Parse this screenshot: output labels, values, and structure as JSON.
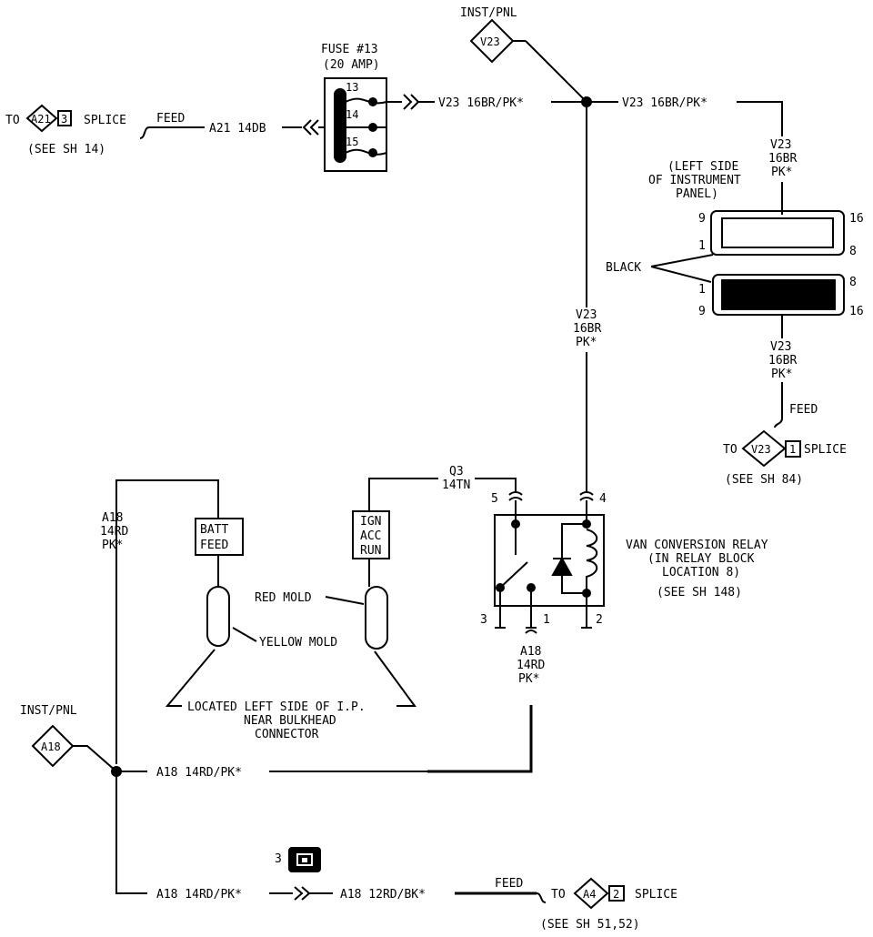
{
  "fuse": {
    "title": "FUSE #13",
    "rating": "(20 AMP)",
    "pin13": "13",
    "pin14": "14",
    "pin15": "15"
  },
  "left_ref": {
    "to": "TO",
    "connector": "A21",
    "pin": "3",
    "splice": "SPLICE",
    "see": "(SEE SH 14)",
    "feed": "FEED",
    "wire": "A21 14DB"
  },
  "top": {
    "inst_pnl": "INST/PNL",
    "conn": "V23",
    "wire_a": "V23 16BR/PK*",
    "wire_b": "V23 16BR/PK*",
    "v_wire_l1": "V23",
    "v_wire_l2": "16BR",
    "v_wire_l3": "PK*"
  },
  "ip_connector": {
    "label_l1": "(LEFT SIDE",
    "label_l2": "OF INSTRUMENT",
    "label_l3": "PANEL)",
    "black": "BLACK",
    "p9a": "9",
    "p16a": "16",
    "p1a": "1",
    "p8a": "8",
    "p1b": "1",
    "p8b": "8",
    "p9b": "9",
    "p16b": "16"
  },
  "right_wire": {
    "l1": "V23",
    "l2": "16BR",
    "l3": "PK*",
    "l4": "V23",
    "l5": "16BR",
    "l6": "PK*",
    "feed": "FEED",
    "to": "TO",
    "conn": "V23",
    "pin": "1",
    "splice": "SPLICE",
    "see": "(SEE SH 84)"
  },
  "center_wire": {
    "l1": "V23",
    "l2": "16BR",
    "l3": "PK*"
  },
  "relay": {
    "name_l1": "VAN CONVERSION RELAY",
    "name_l2": "(IN RELAY BLOCK",
    "name_l3": "LOCATION 8)",
    "see": "(SEE SH 148)",
    "t1": "1",
    "t2": "2",
    "t3": "3",
    "t4": "4",
    "t5": "5",
    "q3_l1": "Q3",
    "q3_l2": "14TN"
  },
  "plugs": {
    "batt_l1": "BATT",
    "batt_l2": "FEED",
    "ign_l1": "IGN",
    "ign_l2": "ACC",
    "ign_l3": "RUN",
    "red": "RED MOLD",
    "yellow": "YELLOW MOLD",
    "loc_l1": "LOCATED LEFT SIDE OF I.P.",
    "loc_l2": "NEAR BULKHEAD",
    "loc_l3": "CONNECTOR"
  },
  "a18": {
    "left_l1": "A18",
    "left_l2": "14RD",
    "left_l3": "PK*",
    "relay_l1": "A18",
    "relay_l2": "14RD",
    "relay_l3": "PK*",
    "inst_pnl": "INST/PNL",
    "conn": "A18",
    "wire_mid": "A18 14RD/PK*",
    "wire_bot": "A18 14RD/PK*",
    "wire_bot2": "A18 12RD/BK*",
    "feed": "FEED",
    "to": "TO",
    "conn2": "A4",
    "pin2": "2",
    "splice": "SPLICE",
    "see": "(SEE SH 51,52)",
    "ground_no": "3"
  }
}
